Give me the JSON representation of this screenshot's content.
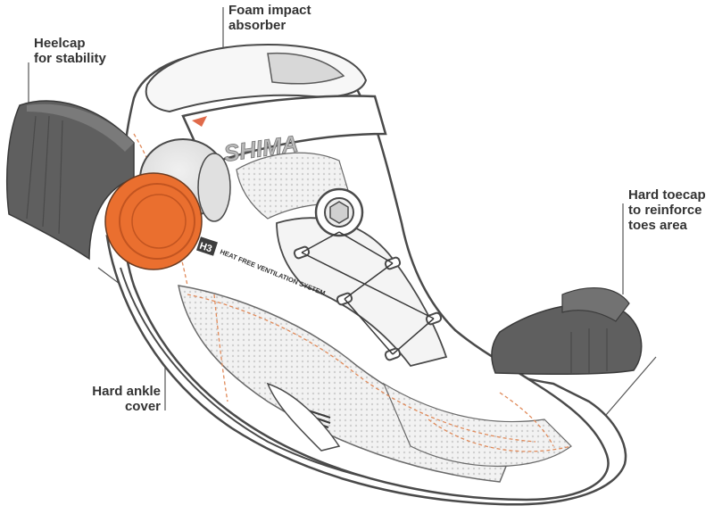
{
  "callouts": {
    "foam": {
      "line1": "Foam impact",
      "line2": "absorber"
    },
    "heelcap": {
      "line1": "Heelcap",
      "line2": "for stability"
    },
    "toecap": {
      "line1": "Hard toecap",
      "line2": "to reinforce",
      "line3": "toes area"
    },
    "ankle": {
      "line1": "Hard ankle",
      "line2": "cover"
    }
  },
  "shoe": {
    "brand": "SHIMA",
    "badge": "H3",
    "ventilation_text": "HEAT FREE VENTILATION SYSTEM"
  },
  "colors": {
    "accent_orange": "#ea6f2f",
    "part_gray": "#5f5f5f",
    "outline": "#4a4a4a",
    "mesh": "#e4e4e4",
    "stitch": "#e08a5a"
  }
}
